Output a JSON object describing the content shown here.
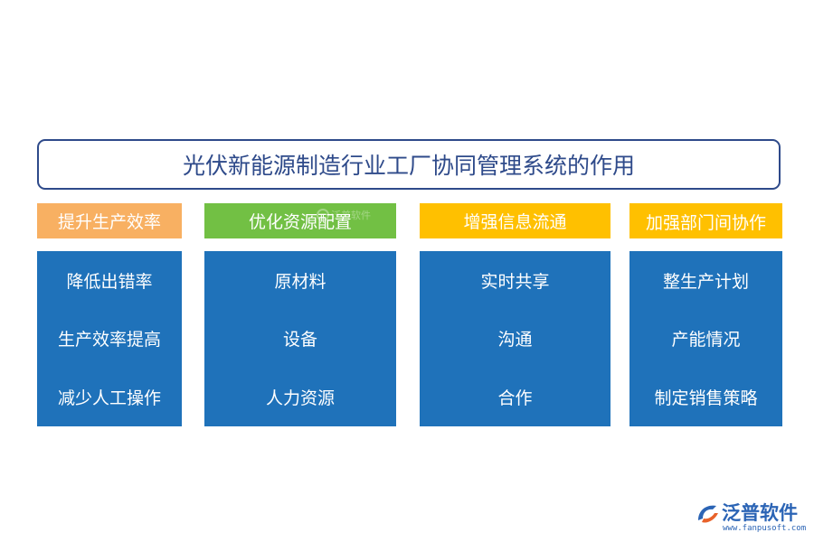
{
  "title": "光伏新能源制造行业工厂协同管理系统的作用",
  "columns": [
    {
      "header": "提升生产效率",
      "header_color": "#f8b062",
      "items": [
        "降低出错率",
        "生产效率提高",
        "减少人工操作"
      ]
    },
    {
      "header": "优化资源配置",
      "header_color": "#72c044",
      "items": [
        "原材料",
        "设备",
        "人力资源"
      ]
    },
    {
      "header": "增强信息流通",
      "header_color": "#ffc000",
      "items": [
        "实时共享",
        "沟通",
        "合作"
      ]
    },
    {
      "header": "加强部门间协作",
      "header_color": "#ffc000",
      "items": [
        "整生产计划",
        "产能情况",
        "制定销售策略"
      ]
    }
  ],
  "logo": {
    "brand": "泛普软件",
    "url": "www.fanpusoft.com",
    "watermark": "泛普软件",
    "color": "#2b64b5"
  },
  "colors": {
    "title_border": "#2e4a8a",
    "body_fill": "#1f72ba"
  }
}
